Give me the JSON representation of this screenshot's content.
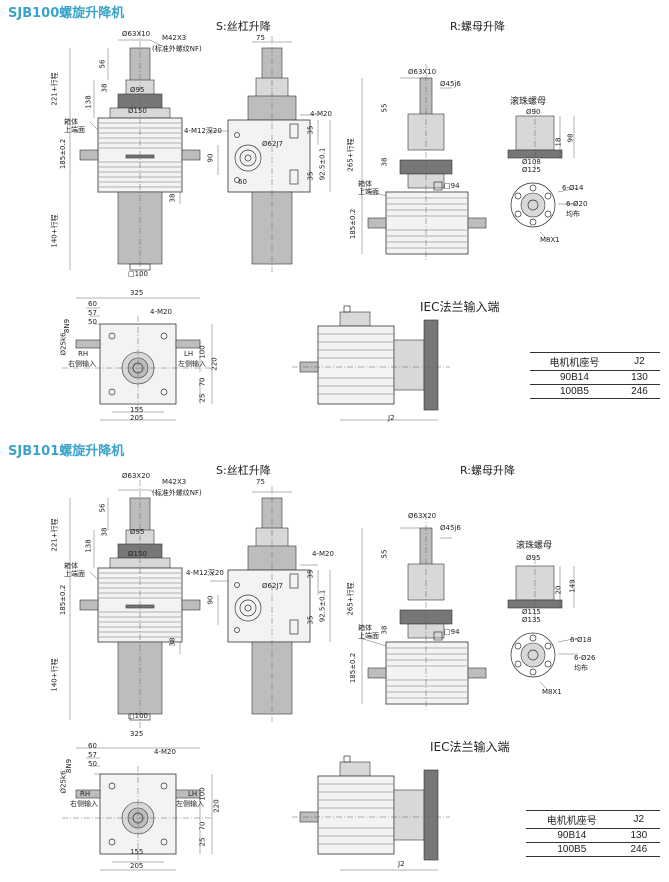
{
  "sections": [
    {
      "title": "SJB100螺旋升降机",
      "s_label": "S:丝杠升降",
      "r_label": "R:螺母升降",
      "iec_label": "IEC法兰输入端",
      "ballnut_label": "滚珠螺母",
      "dims": {
        "top_shaft_dia": "Ø63X10",
        "thread": "M42X3",
        "thread_note": "(标准外螺纹NF)",
        "d56": "56",
        "stroke_top": "221+行程",
        "d138": "138",
        "d38a": "38",
        "dia95": "Ø95",
        "dia150": "Ø150",
        "housing_top": "箱体\n上端面",
        "d185": "185±0.2",
        "d38b": "38",
        "stroke_bottom": "140+行程",
        "sq100": "□100",
        "d75": "75",
        "m20": "4-M20",
        "m12": "4-M12深20",
        "d35a": "35",
        "dia62": "Ø62J7",
        "d90": "90",
        "d60": "60",
        "d35b": "35",
        "d92": "92.5±0.1",
        "r_shaft": "Ø63X10",
        "r_dia45": "Ø45j6",
        "r_d55": "55",
        "r_stroke": "265+行程",
        "r_d38": "38",
        "r_sq94": "□94",
        "r_housing_top": "箱体\n上端面",
        "r_d185": "185±0.2",
        "bn_dia_top": "Ø90",
        "bn_d18": "18",
        "bn_d98": "98",
        "bn_dia_mid": "Ø108",
        "bn_dia_bot": "Ø125",
        "fl_holes1": "6-Ø14",
        "fl_holes2": "6-Ø20",
        "fl_even": "均布",
        "fl_m8": "M8X1",
        "b_w": "325",
        "b_60": "60",
        "b_57": "57",
        "b_50": "50",
        "b_m20": "4-M20",
        "b_shaft": "Ø25k6",
        "b_key": "8N9",
        "b_rh": "RH",
        "b_rh_cn": "右侧输入",
        "b_lh": "LH",
        "b_lh_cn": "左侧输入",
        "b_100": "100",
        "b_220": "220",
        "b_70": "70",
        "b_25": "25",
        "b_155": "155",
        "b_205": "205",
        "j2": "J2"
      },
      "table": {
        "header": [
          "电机机座号",
          "J2"
        ],
        "rows": [
          [
            "90B14",
            "130"
          ],
          [
            "100B5",
            "246"
          ]
        ]
      }
    },
    {
      "title": "SJB101螺旋升降机",
      "s_label": "S:丝杠升降",
      "r_label": "R:螺母升降",
      "iec_label": "IEC法兰输入端",
      "ballnut_label": "滚珠螺母",
      "dims": {
        "top_shaft_dia": "Ø63X20",
        "thread": "M42X3",
        "thread_note": "(标准外螺纹NF)",
        "d56": "56",
        "stroke_top": "221+行程",
        "d138": "138",
        "d38a": "38",
        "dia95": "Ø95",
        "dia150": "Ø150",
        "housing_top": "箱体\n上端面",
        "d185": "185±0.2",
        "d38b": "38",
        "stroke_bottom": "140+行程",
        "sq100": "□100",
        "d75": "75",
        "m20": "4-M20",
        "m12": "4-M12深20",
        "d35a": "35",
        "dia62": "Ø62J7",
        "d90": "90",
        "d60": "60",
        "d35b": "35",
        "d92": "92.5±0.1",
        "r_shaft": "Ø63X20",
        "r_dia45": "Ø45j6",
        "r_d55": "55",
        "r_stroke": "265+行程",
        "r_d38": "38",
        "r_sq94": "□94",
        "r_housing_top": "箱体\n上端面",
        "r_d185": "185±0.2",
        "bn_dia_top": "Ø95",
        "bn_d18": "20",
        "bn_d98": "149",
        "bn_dia_mid": "Ø115",
        "bn_dia_bot": "Ø135",
        "fl_holes1": "6-Ø18",
        "fl_holes2": "6-Ø26",
        "fl_even": "均布",
        "fl_m8": "M8X1",
        "b_w": "325",
        "b_60": "60",
        "b_57": "57",
        "b_50": "50",
        "b_m20": "4-M20",
        "b_shaft": "Ø25k6",
        "b_key": "8N9",
        "b_rh": "RH",
        "b_rh_cn": "右侧输入",
        "b_lh": "LH",
        "b_lh_cn": "左侧输入",
        "b_100": "100",
        "b_220": "220",
        "b_70": "70",
        "b_25": "25",
        "b_155": "155",
        "b_205": "205",
        "j2": "J2"
      },
      "table": {
        "header": [
          "电机机座号",
          "J2"
        ],
        "rows": [
          [
            "90B14",
            "130"
          ],
          [
            "100B5",
            "246"
          ]
        ]
      }
    }
  ]
}
